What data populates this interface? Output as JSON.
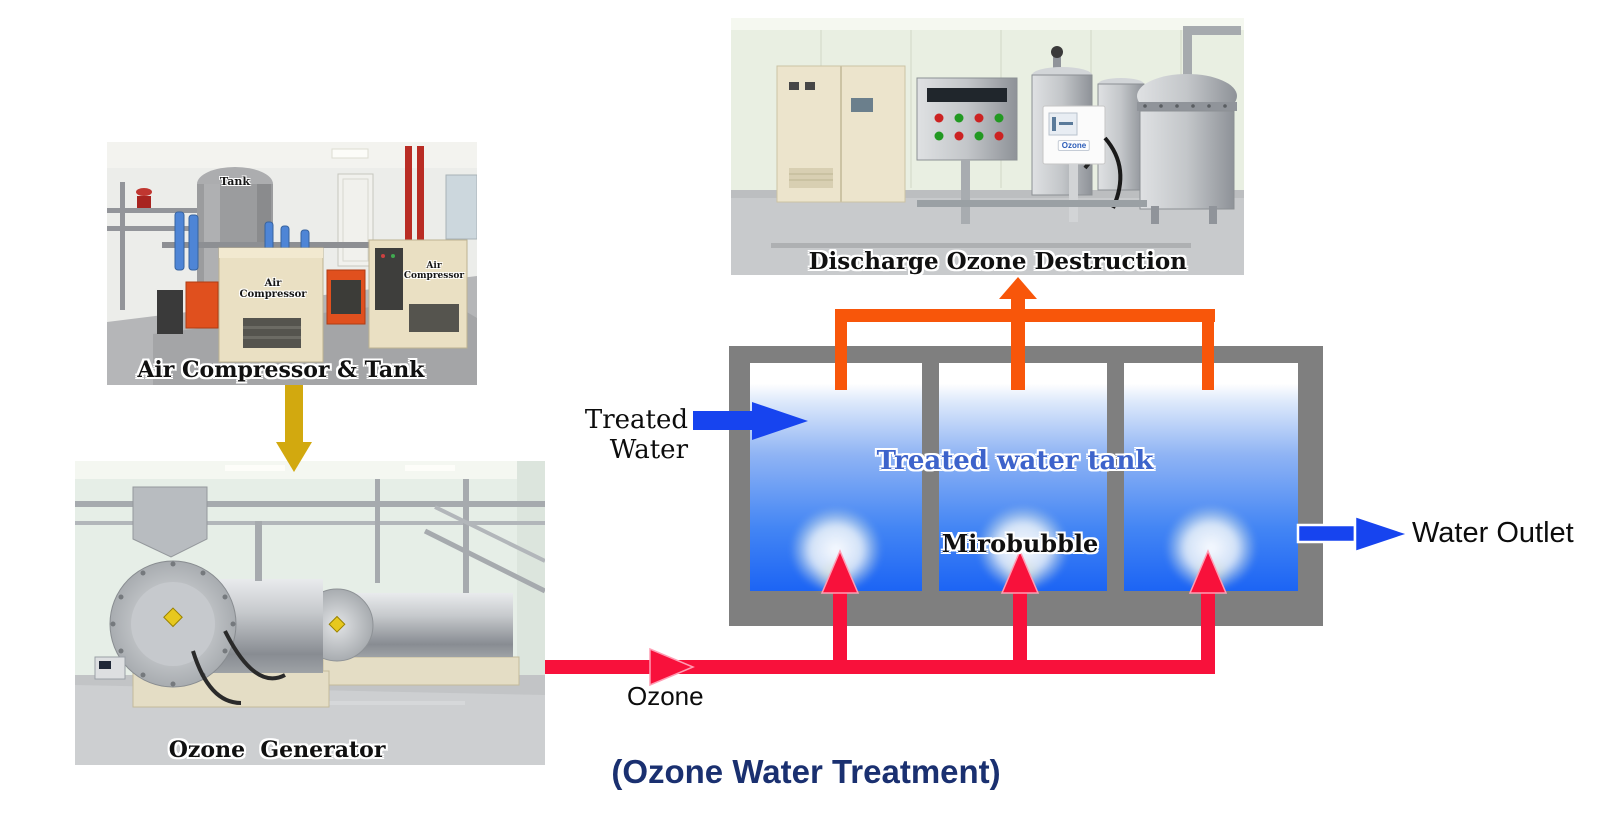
{
  "title": {
    "text": "(Ozone Water Treatment)"
  },
  "photos": {
    "air_compressor": {
      "caption": "Air Compressor & Tank",
      "tank_label": "Tank",
      "compressor_label": "Air\nCompressor"
    },
    "ozone_generator": {
      "caption": "Ozone  Generator"
    },
    "discharge": {
      "caption": "Discharge Ozone Destruction",
      "panel_label": "Ozone"
    }
  },
  "diagram": {
    "inlet_label": "Treated Water",
    "outlet_label": "Water Outlet",
    "ozone_label": "Ozone",
    "tank_label": "Treated water tank",
    "bubble_label": "Mirobubble"
  },
  "colors": {
    "ozone_red": "#f8113b",
    "water_blue": "#1744ef",
    "exhaust_orange": "#f8560a",
    "air_yellow": "#d2a90f",
    "tank_gray": "#7f7f7f",
    "title_navy": "#1a3070",
    "tank_label_blue": "#3d63cb"
  }
}
